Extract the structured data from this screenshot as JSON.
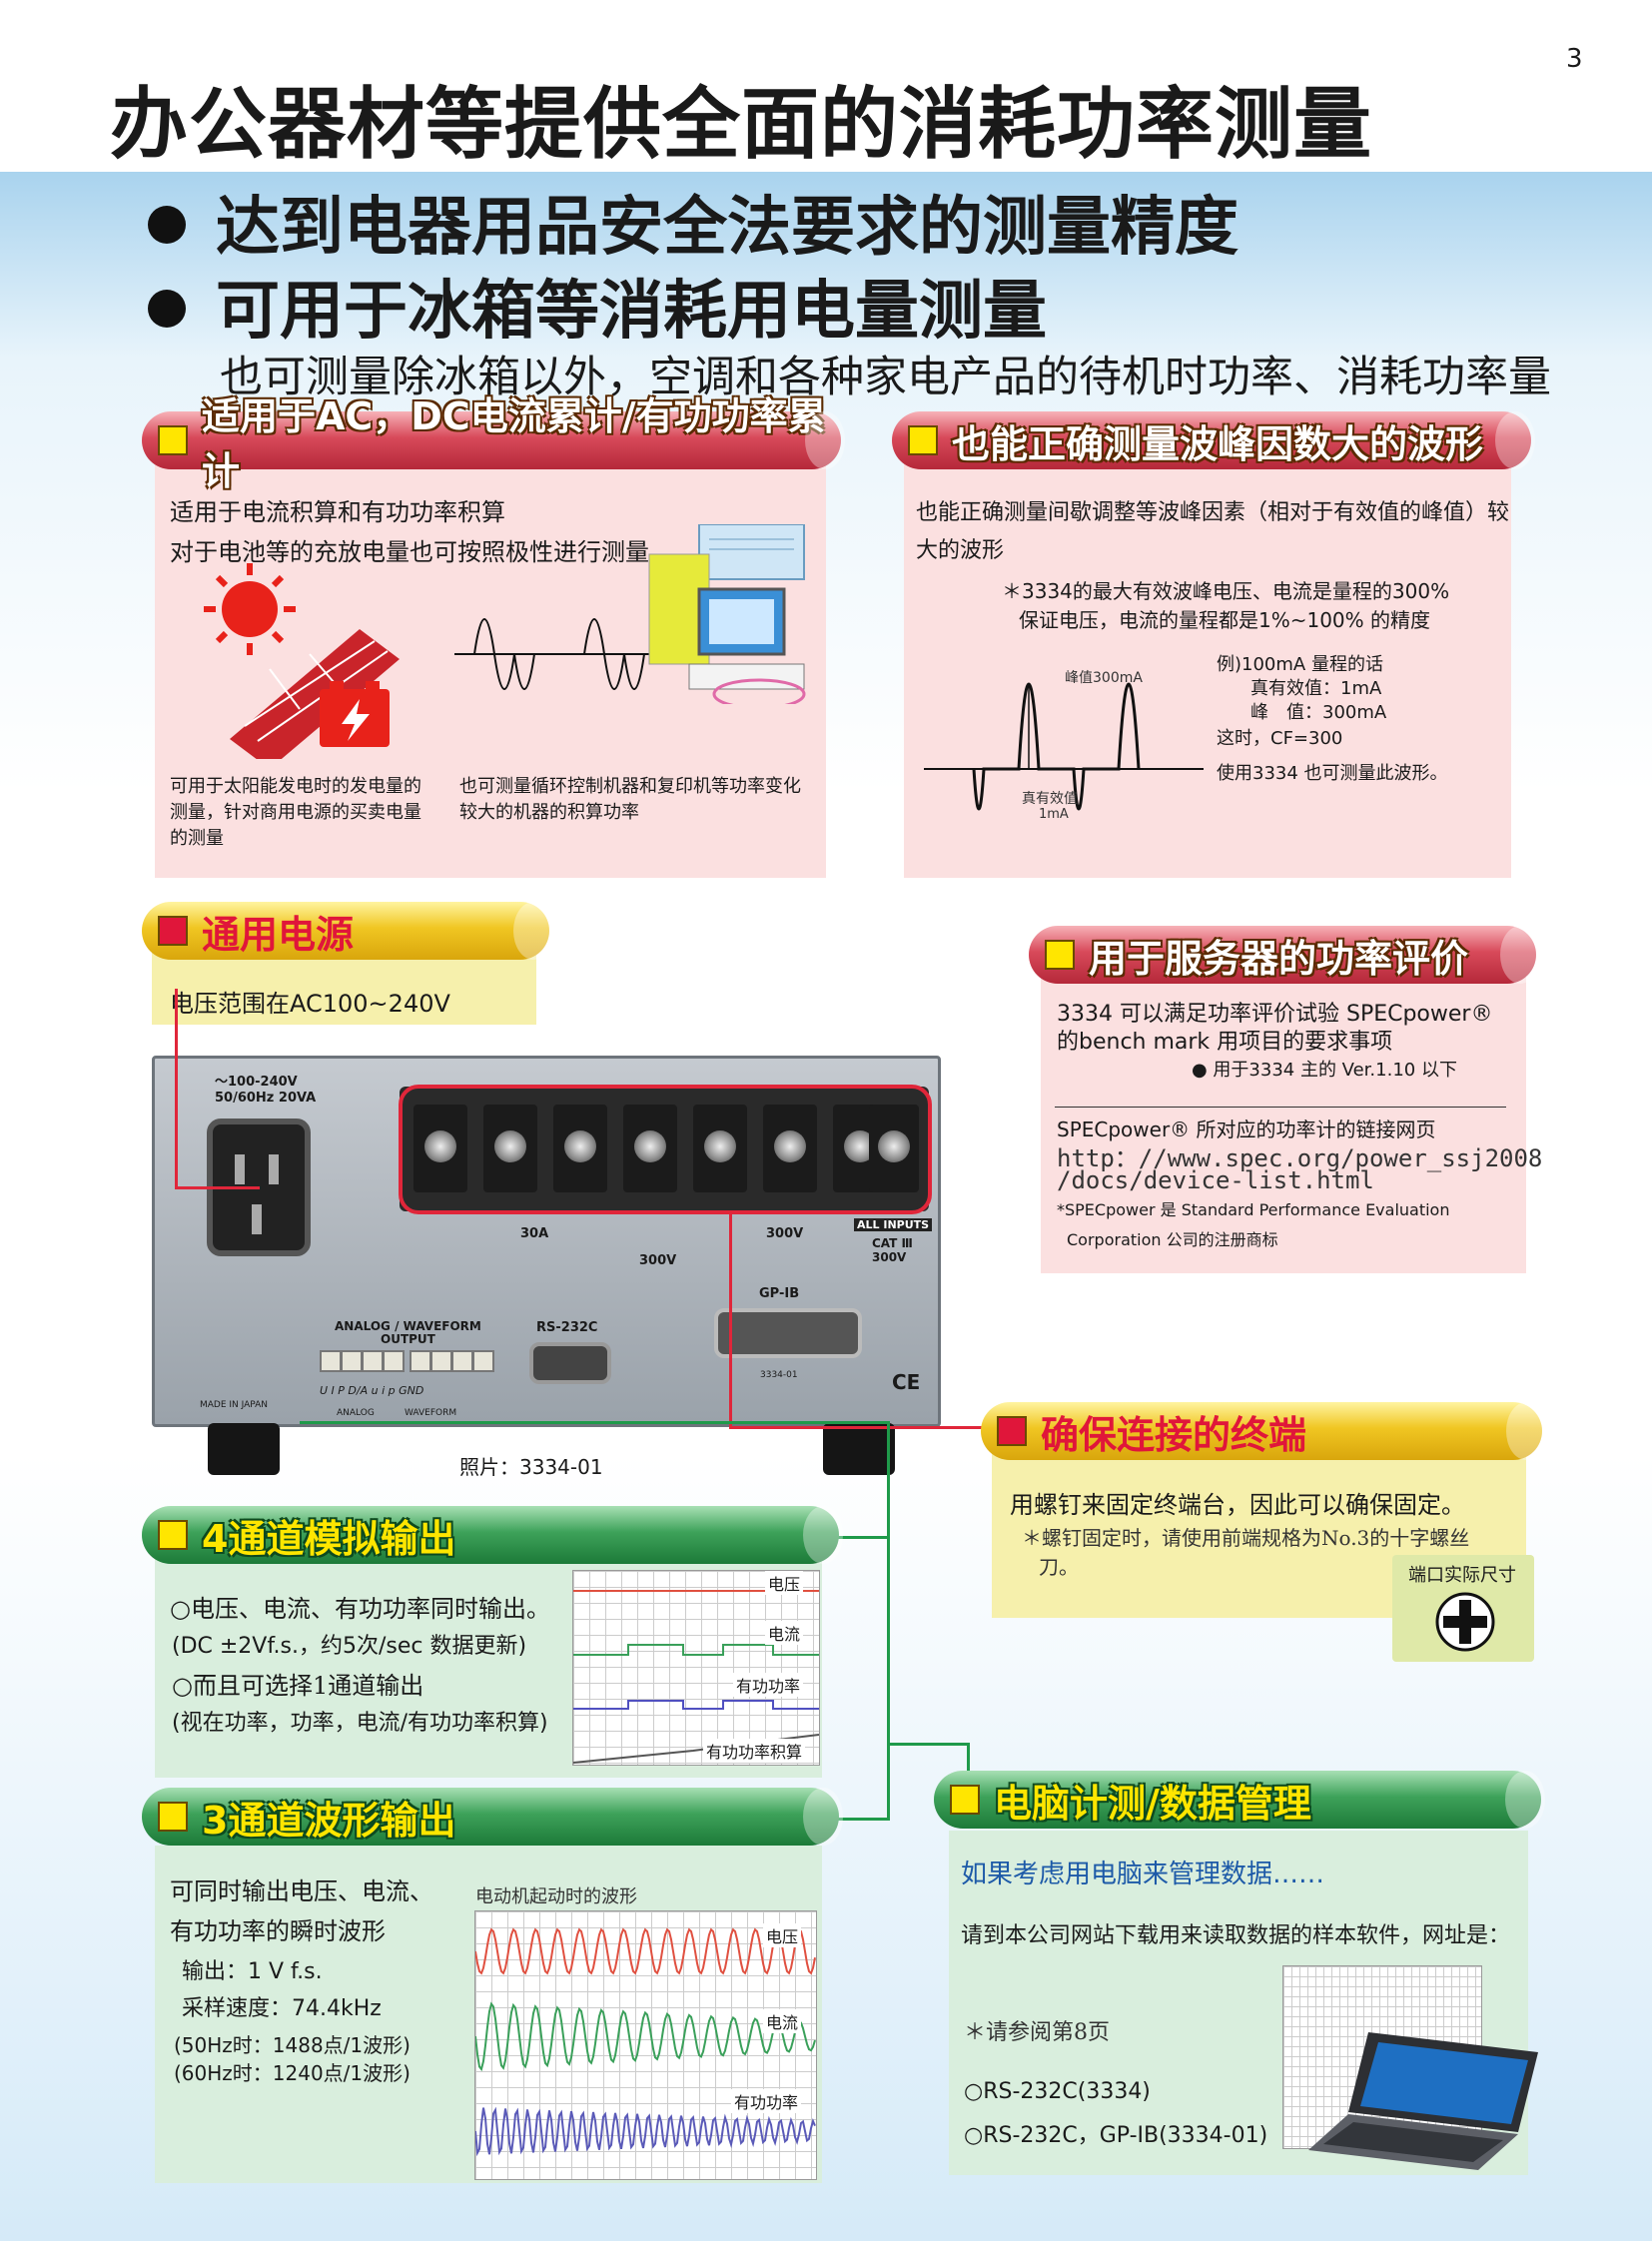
{
  "page": {
    "number": "3",
    "title": "办公器材等提供全面的消耗功率测量",
    "bullet1": "达到电器用品安全法要求的测量精度",
    "bullet2": "可用于冰箱等消耗用电量测量",
    "subline": "也可测量除冰箱以外，空调和各种家电产品的待机时功率、消耗功率量"
  },
  "accum": {
    "header": "适用于AC，DC电流累计/有功功率累计",
    "line1": "适用于电流积算和有功功率积算",
    "line2": "对于电池等的充放电量也可按照极性进行测量",
    "cap_solar": [
      "可用于太阳能发电时的发电量的",
      "测量，针对商用电源的买卖电量",
      "的测量"
    ],
    "cap_copier": [
      "也可测量循环控制机器和复印机等功率变化",
      "较大的机器的积算功率"
    ]
  },
  "crest": {
    "header": "也能正确测量波峰因数大的波形",
    "line1": "也能正确测量间歇调整等波峰因素（相对于有效值的峰值）较",
    "line2": "大的波形",
    "note1": "＊3334的最大有效波峰电压、电流是量程的300%",
    "note2": "保证电压，电流的量程都是1%~100% 的精度",
    "peak_label": "峰值300mA",
    "rms_label1": "真有效值",
    "rms_label2": "1mA",
    "ex1": "例)100mA 量程的话",
    "ex2": "真有效值：1mA",
    "ex3": "峰　值：300mA",
    "ex4": "这时，CF=300",
    "ex5": "使用3334 也可测量此波形。"
  },
  "power": {
    "header": "通用电源",
    "text": "电压范围在AC100~240V"
  },
  "server": {
    "header": "用于服务器的功率评价",
    "line1": "3334 可以满足功率评价试验 SPECpower®",
    "line2": "的bench mark 用项目的要求事项",
    "line3": "● 用于3334 主的 Ver.1.10 以下",
    "link_title": "SPECpower® 所对应的功率计的链接网页",
    "url1": "http：//www.spec.org/power_ssj2008",
    "url2": "/docs/device-list.html",
    "tm1": "*SPECpower 是 Standard Performance Evaluation",
    "tm2": "Corporation 公司的注册商标"
  },
  "device": {
    "rating1": "～100-240V",
    "rating2": "50/60Hz 20VA",
    "analog": "ANALOG / WAVEFORM",
    "output": "OUTPUT",
    "rs232": "RS-232C",
    "gpib": "GP-IB",
    "a30": "30A",
    "v300a": "300V",
    "v300b": "300V",
    "all_inputs": "ALL INPUTS",
    "cat": "CAT Ⅲ",
    "cat_v": "300V",
    "made": "MADE IN JAPAN",
    "model": "3334-01",
    "pin_labels": "U  I  P  D/A  u  i  p  GND",
    "analog_lbl": "ANALOG",
    "waveform_lbl": "WAVEFORM",
    "caption": "照片：3334-01"
  },
  "terminal": {
    "header": "确保连接的终端",
    "line1": "用螺钉来固定终端台，因此可以确保固定。",
    "note1": "＊螺钉固定时，请使用前端规格为No.3的十字螺丝",
    "note2": "刀。",
    "size_label": "端口实际尺寸"
  },
  "analog4": {
    "header": "4通道模拟输出",
    "line1": "○电压、电流、有功功率同时输出。",
    "line2": "(DC ±2Vf.s.，约5次/sec 数据更新)",
    "line3": "○而且可选择1通道输出",
    "line4": "(视在功率，功率，电流/有功功率积算)",
    "lbl_v": "电压",
    "lbl_i": "电流",
    "lbl_p": "有功功率",
    "lbl_wp": "有功功率积算"
  },
  "wave3": {
    "header": "3通道波形输出",
    "line1": "可同时输出电压、电流、",
    "line2": "有功功率的瞬时波形",
    "line3": "输出：1 V f.s.",
    "line4": "采样速度：74.4kHz",
    "line5": "(50Hz时：1488点/1波形)",
    "line6": "(60Hz时：1240点/1波形)",
    "chart_title": "电动机起动时的波形",
    "lbl_v": "电压",
    "lbl_i": "电流",
    "lbl_p": "有功功率"
  },
  "pc": {
    "header": "电脑计测/数据管理",
    "line1": "如果考虑用电脑来管理数据……",
    "line2": "请到本公司网站下载用来读取数据的样本软件，网址是：",
    "ref": "＊请参阅第8页",
    "opt1": "○RS-232C(3334)",
    "opt2": "○RS-232C，GP-IB(3334-01)"
  },
  "colors": {
    "red_tube": "#d84a5a",
    "gold_tube": "#f0c622",
    "green_tube": "#3ea25a",
    "pink_panel": "#fbe0e0",
    "yellow_panel": "#f6f0ac",
    "green_panel": "#d9eedd"
  }
}
